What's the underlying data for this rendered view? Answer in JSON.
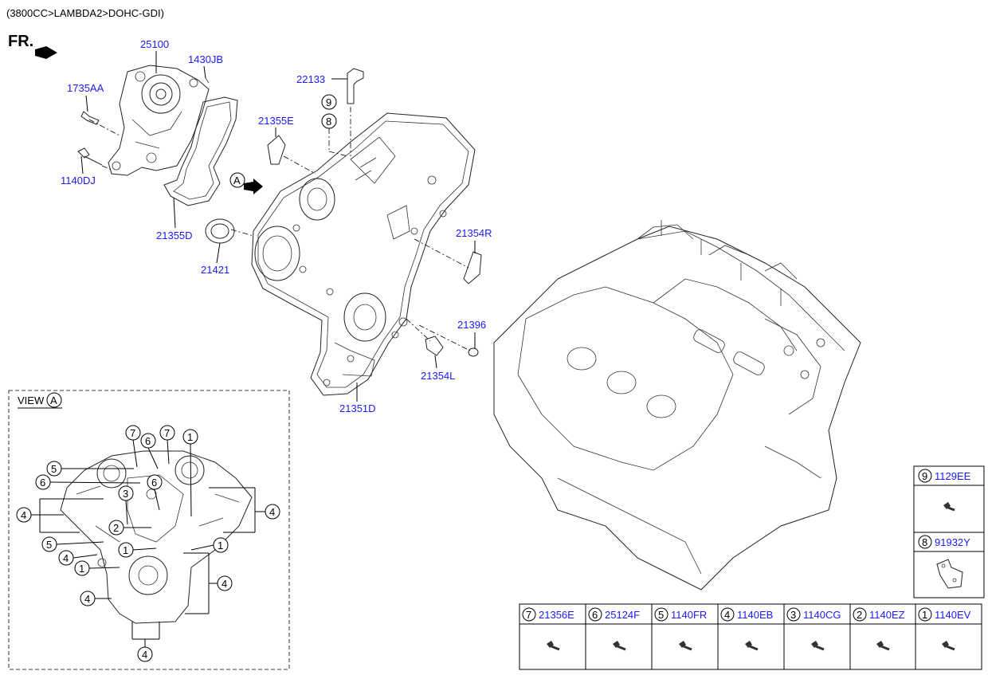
{
  "header": {
    "variant": "(3800CC>LAMBDA2>DOHC-GDI)"
  },
  "direction": {
    "label": "FR."
  },
  "view_marker": {
    "letter": "A"
  },
  "parts": {
    "water_pump": "25100",
    "pump_pin": "1430JB",
    "pump_bolt_upper": "1735AA",
    "pump_bolt_lower": "1140DJ",
    "pump_gasket": "21355D",
    "oil_seal": "21421",
    "fitting": "22133",
    "gasket_e": "21355E",
    "gasket_r": "21354R",
    "o_ring": "21396",
    "gasket_l": "21354L",
    "timing_cover": "21351D"
  },
  "callouts": {
    "c9": "9",
    "c8": "8"
  },
  "view_a": {
    "title": "VIEW",
    "letter": "A",
    "markers": [
      "7",
      "6",
      "7",
      "1",
      "5",
      "6",
      "3",
      "6",
      "4",
      "4",
      "2",
      "5",
      "1",
      "1",
      "4",
      "1",
      "4",
      "4",
      "4"
    ]
  },
  "legend": {
    "side": [
      {
        "num": "9",
        "part": "1129EE"
      },
      {
        "num": "8",
        "part": "91932Y"
      }
    ],
    "bottom": [
      {
        "num": "7",
        "part": "21356E"
      },
      {
        "num": "6",
        "part": "25124F"
      },
      {
        "num": "5",
        "part": "1140FR"
      },
      {
        "num": "4",
        "part": "1140EB"
      },
      {
        "num": "3",
        "part": "1140CG"
      },
      {
        "num": "2",
        "part": "1140EZ"
      },
      {
        "num": "1",
        "part": "1140EV"
      }
    ]
  }
}
